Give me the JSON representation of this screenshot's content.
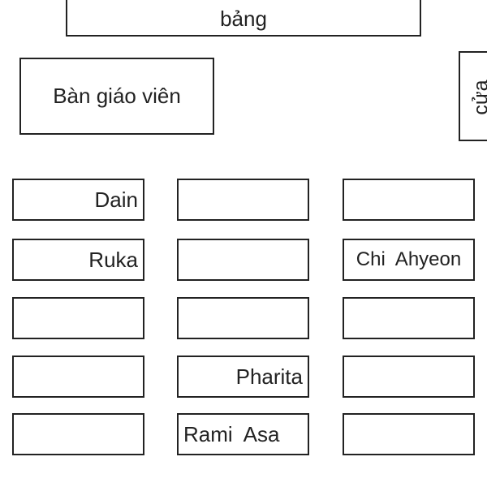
{
  "board": {
    "label": "bảng"
  },
  "teacher_desk": {
    "label": "Bàn giáo viên"
  },
  "door": {
    "label": "cửa"
  },
  "desks": {
    "r1c1": "Dain",
    "r1c2": "",
    "r1c3": "",
    "r2c1": "Ruka",
    "r2c2": "",
    "r2c3": "Chi  Ahyeon",
    "r3c1": "",
    "r3c2": "",
    "r3c3": "",
    "r4c1": "",
    "r4c2": "Pharita",
    "r4c3": "",
    "r5c1": "",
    "r5c2": "Rami  Asa",
    "r5c3": ""
  }
}
